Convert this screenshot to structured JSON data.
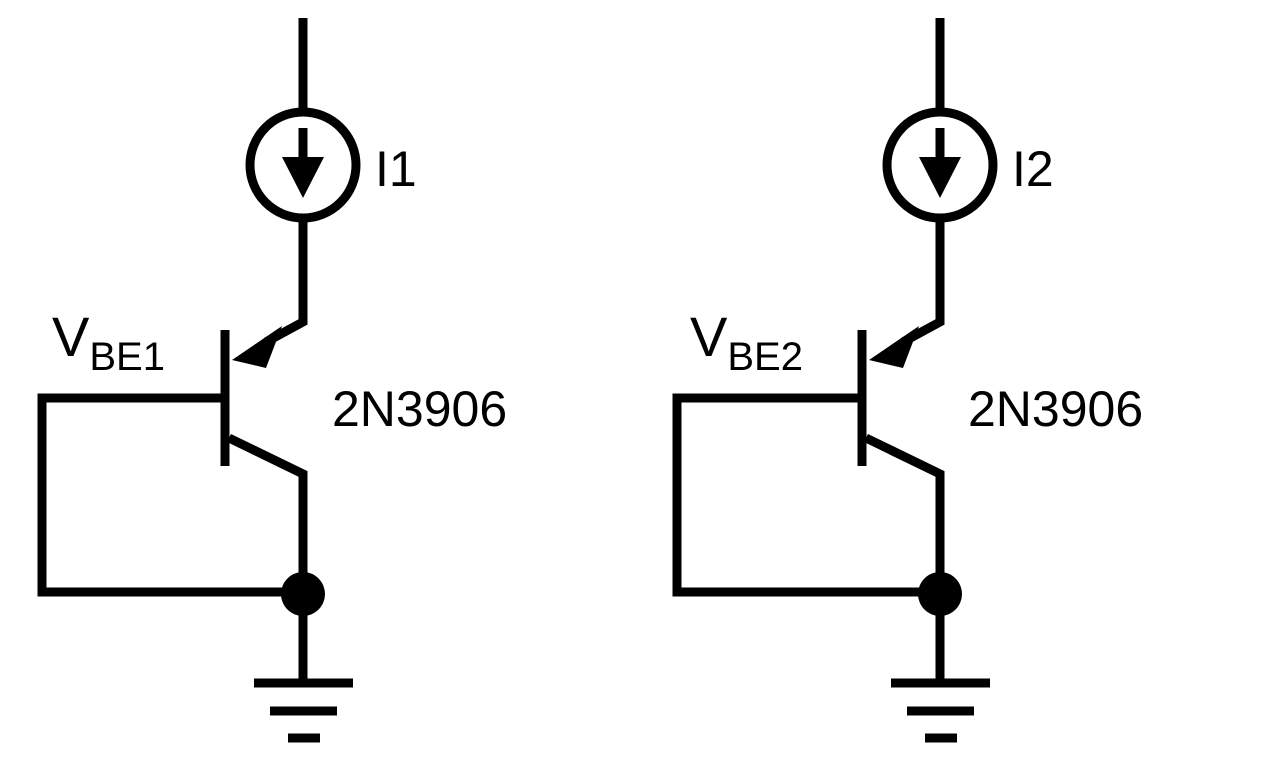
{
  "colors": {
    "line": "#000000",
    "background": "#ffffff"
  },
  "circuits": [
    {
      "source_label": "I1",
      "vbe_main": "V",
      "vbe_sub": "BE1",
      "transistor_part": "2N3906"
    },
    {
      "source_label": "I2",
      "vbe_main": "V",
      "vbe_sub": "BE2",
      "transistor_part": "2N3906"
    }
  ]
}
